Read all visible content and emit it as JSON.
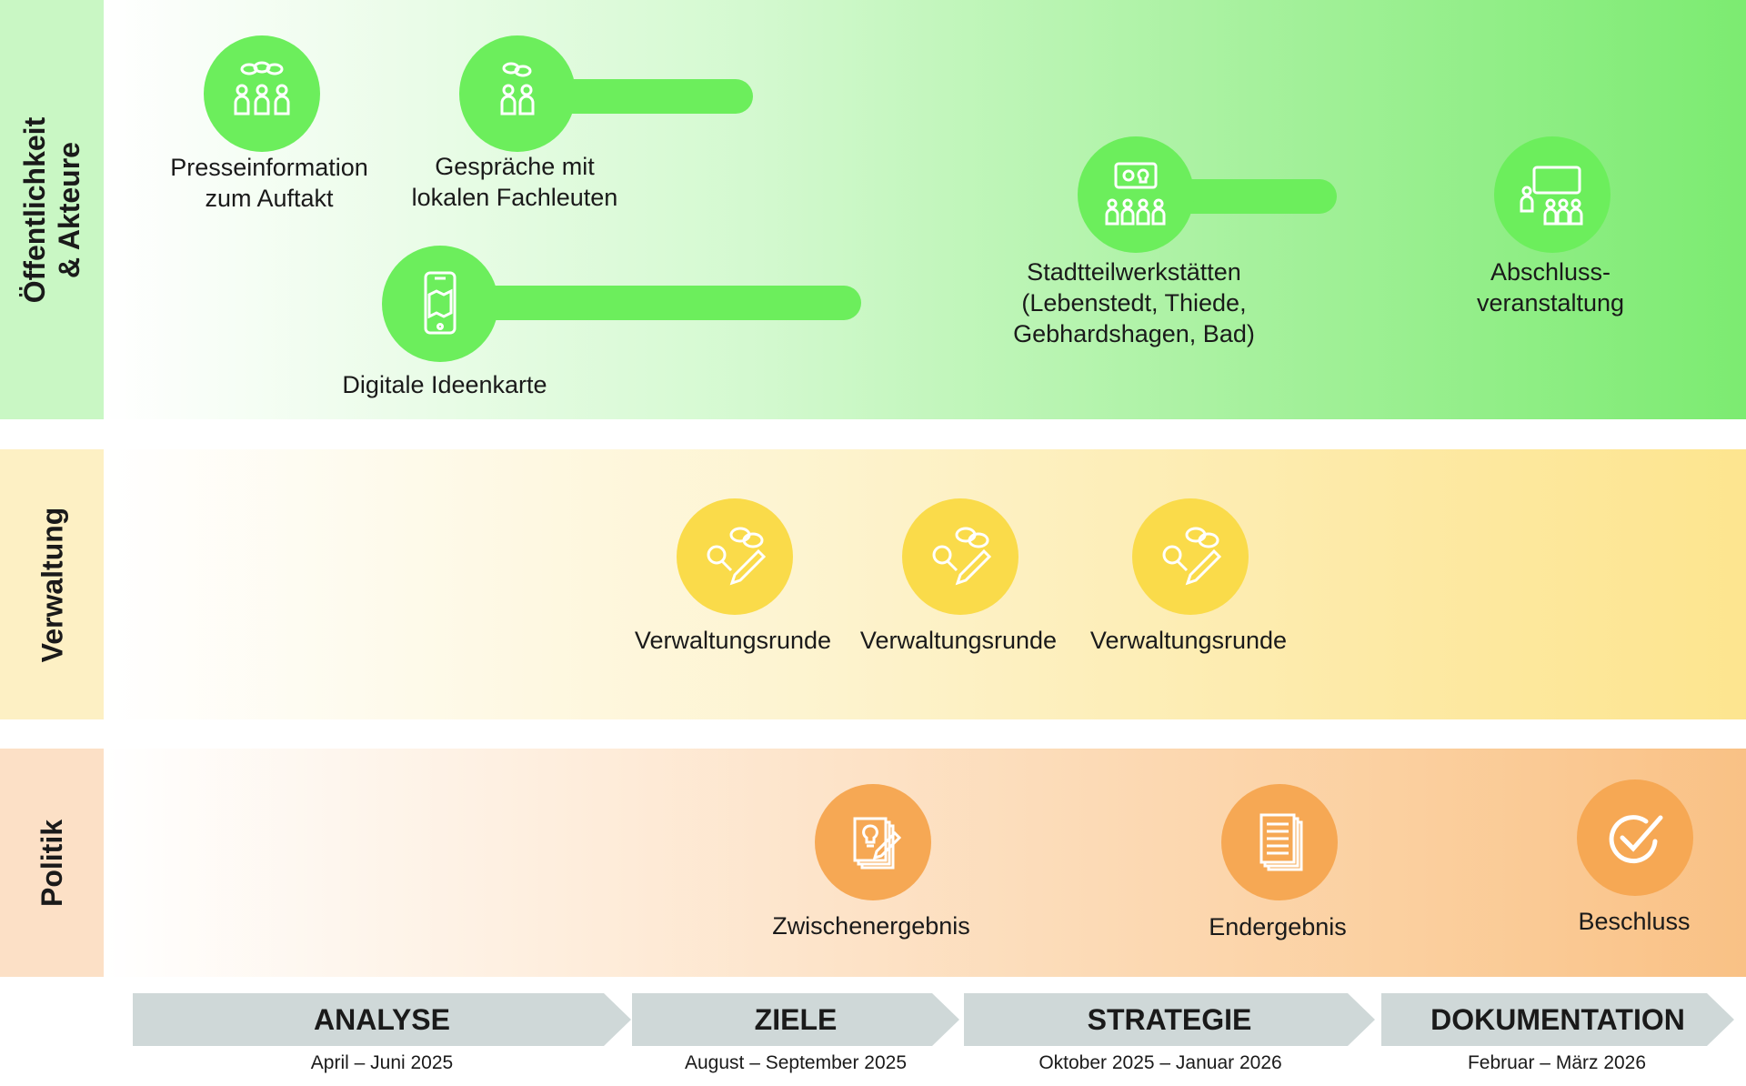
{
  "lanes": {
    "oeffentlichkeit": {
      "label": "Öffentlichkeit & Akteure"
    },
    "verwaltung": {
      "label": "Verwaltung"
    },
    "politik": {
      "label": "Politik"
    }
  },
  "oeffentlichkeit_items": [
    {
      "label": "Presseinformation\nzum Auftakt",
      "icon": "group-meeting-icon"
    },
    {
      "label": "Gespräche mit\nlokalen Fachleuten",
      "icon": "talking-people-icon"
    },
    {
      "label": "Digitale Ideenkarte",
      "icon": "smartphone-map-icon"
    },
    {
      "label": "Stadtteilwerkstätten\n(Lebenstedt, Thiede,\nGebhardshagen, Bad)",
      "icon": "workshop-presentation-icon"
    },
    {
      "label": "Abschluss-\nveranstaltung",
      "icon": "audience-screen-icon"
    }
  ],
  "verwaltung_items": [
    {
      "label": "Verwaltungsrunde",
      "icon": "discussion-search-pen-icon"
    },
    {
      "label": "Verwaltungsrunde",
      "icon": "discussion-search-pen-icon"
    },
    {
      "label": "Verwaltungsrunde",
      "icon": "discussion-search-pen-icon"
    }
  ],
  "politik_items": [
    {
      "label": "Zwischenergebnis",
      "icon": "idea-document-pen-icon"
    },
    {
      "label": "Endergebnis",
      "icon": "document-stack-icon"
    },
    {
      "label": "Beschluss",
      "icon": "checkmark-icon"
    }
  ],
  "phases": [
    {
      "label": "ANALYSE",
      "date": "April – Juni 2025"
    },
    {
      "label": "ZIELE",
      "date": "August – September 2025"
    },
    {
      "label": "STRATEGIE",
      "date": "Oktober 2025 – Januar 2026"
    },
    {
      "label": "DOKUMENTATION",
      "date": "Februar – März 2026"
    }
  ],
  "colors": {
    "public_green": "#6cee5c",
    "admin_yellow": "#fadb4a",
    "politics_orange": "#f6a854",
    "phase_arrow": "#cfd8d8"
  }
}
